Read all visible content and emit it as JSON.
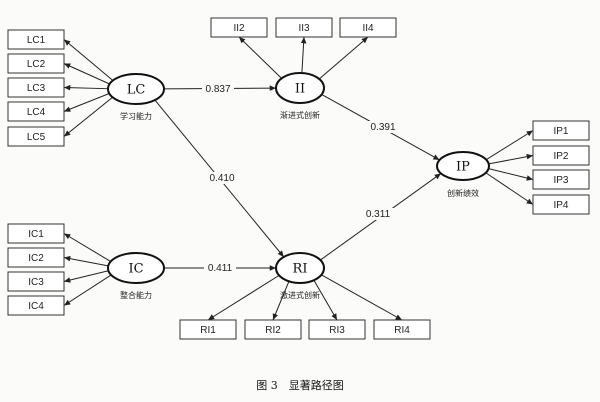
{
  "diagram": {
    "latents": [
      {
        "id": "LC",
        "label": "LC",
        "name": "学习能力"
      },
      {
        "id": "IC",
        "label": "IC",
        "name": "整合能力"
      },
      {
        "id": "II",
        "label": "II",
        "name": "渐进式创新"
      },
      {
        "id": "RI",
        "label": "RI",
        "name": "激进式创新"
      },
      {
        "id": "IP",
        "label": "IP",
        "name": "创新绩效"
      }
    ],
    "indicators": {
      "LC": [
        "LC1",
        "LC2",
        "LC3",
        "LC4",
        "LC5"
      ],
      "IC": [
        "IC1",
        "IC2",
        "IC3",
        "IC4"
      ],
      "II": [
        "II2",
        "II3",
        "II4"
      ],
      "RI": [
        "RI1",
        "RI2",
        "RI3",
        "RI4"
      ],
      "IP": [
        "IP1",
        "IP2",
        "IP3",
        "IP4"
      ]
    },
    "paths": [
      {
        "from": "LC",
        "to": "II",
        "coef": "0.837"
      },
      {
        "from": "LC",
        "to": "RI",
        "coef": "0.410"
      },
      {
        "from": "IC",
        "to": "RI",
        "coef": "0.411"
      },
      {
        "from": "II",
        "to": "IP",
        "coef": "0.391"
      },
      {
        "from": "RI",
        "to": "IP",
        "coef": "0.311"
      }
    ]
  },
  "caption": "图 3　显著路径图"
}
